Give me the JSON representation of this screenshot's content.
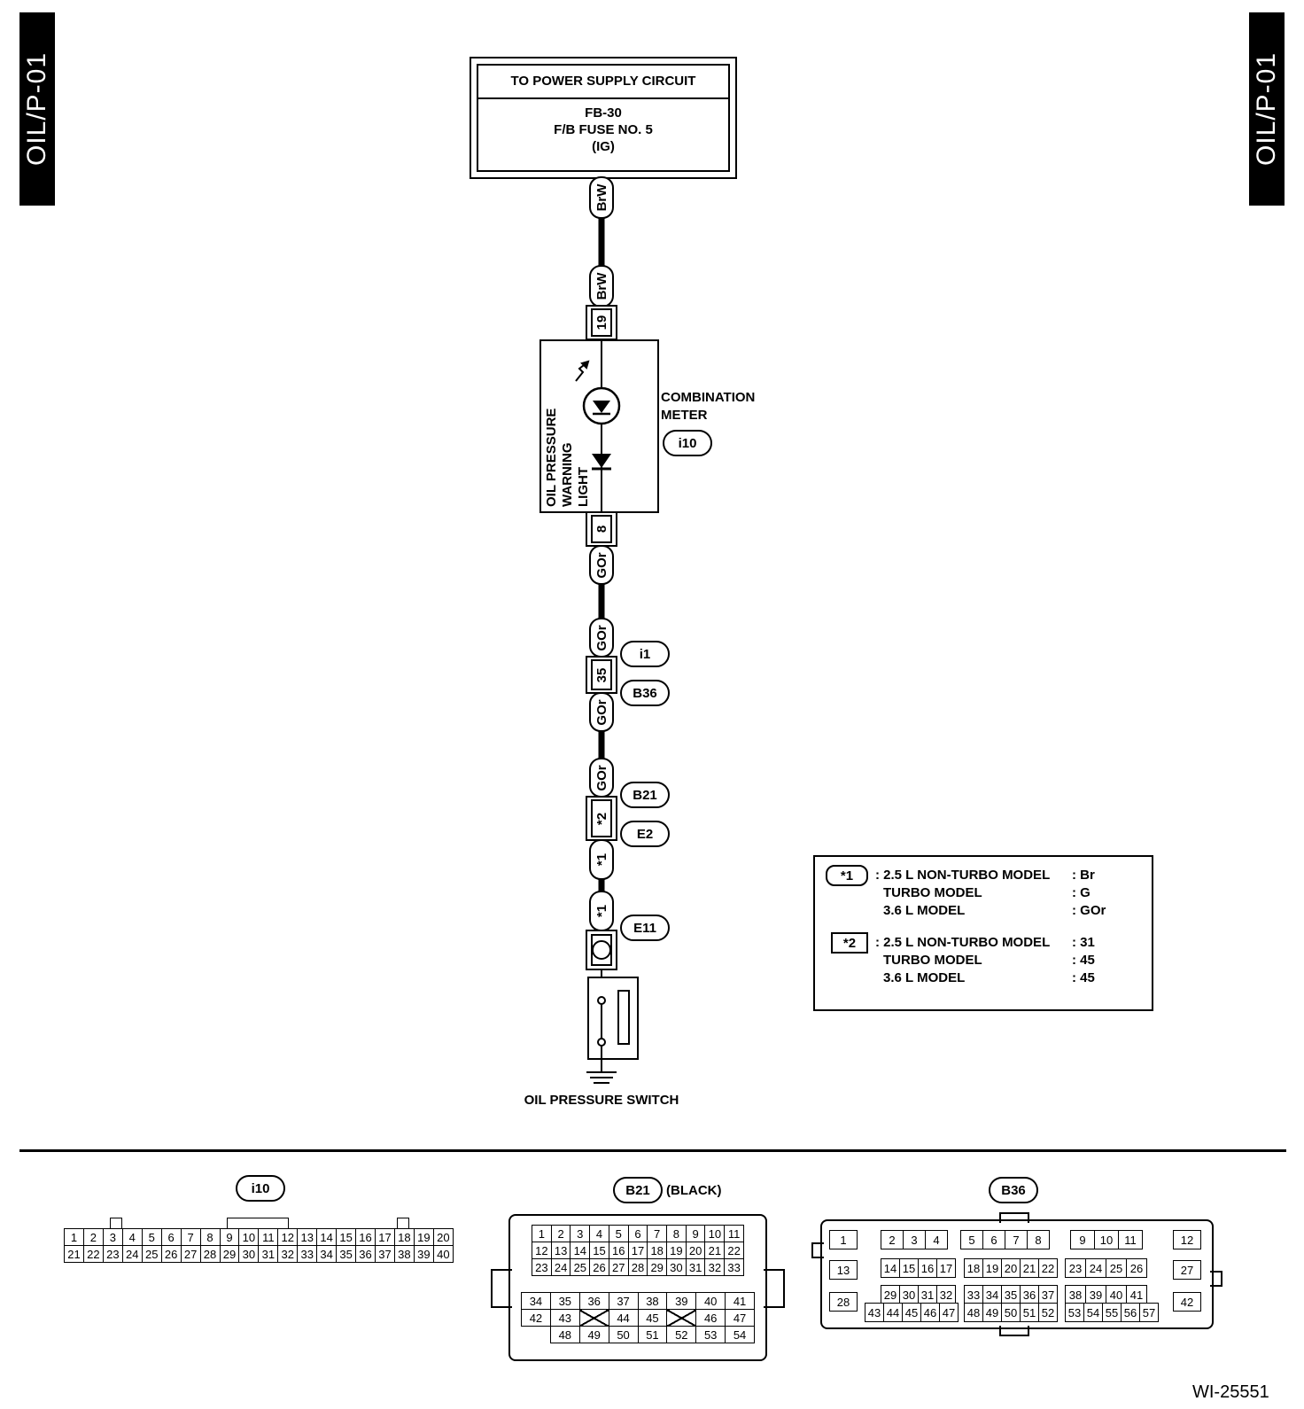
{
  "page_tabs": {
    "left": "OIL/P-01",
    "right": "OIL/P-01"
  },
  "power_supply": {
    "title": "TO POWER SUPPLY CIRCUIT",
    "line1": "FB-30",
    "line2": "F/B FUSE NO. 5",
    "line3": "(IG)"
  },
  "wires": {
    "top_upper": "BrW",
    "top_lower": "BrW",
    "mid_1": "GOr",
    "mid_2": "GOr",
    "mid_3": "GOr",
    "mid_4": "GOr",
    "low_1": "*1",
    "low_2": "*1"
  },
  "pins": {
    "meter_in": "19",
    "meter_out": "8",
    "b36_pin": "35",
    "b21_pin": "*2"
  },
  "meter": {
    "name_line1": "COMBINATION",
    "name_line2": "METER",
    "connector": "i10",
    "light_line1": "OIL PRESSURE",
    "light_line2": "WARNING",
    "light_line3": "LIGHT"
  },
  "connectors": {
    "i1": "i1",
    "b36": "B36",
    "b21": "B21",
    "e2": "E2",
    "e11": "E11"
  },
  "switch": {
    "label": "OIL PRESSURE SWITCH"
  },
  "notes": {
    "n1": {
      "tag": "*1",
      "rows": [
        {
          "label": ": 2.5 L NON-TURBO MODEL",
          "value": ": Br"
        },
        {
          "label": "TURBO MODEL",
          "value": ": G"
        },
        {
          "label": "3.6 L MODEL",
          "value": ": GOr"
        }
      ]
    },
    "n2": {
      "tag": "*2",
      "rows": [
        {
          "label": ": 2.5 L NON-TURBO MODEL",
          "value": ": 31"
        },
        {
          "label": "TURBO MODEL",
          "value": ": 45"
        },
        {
          "label": "3.6 L MODEL",
          "value": ": 45"
        }
      ]
    }
  },
  "connector_views": {
    "i10": {
      "name": "i10"
    },
    "b21": {
      "name": "B21",
      "color": "(BLACK)"
    },
    "b36": {
      "name": "B36"
    }
  },
  "figure_id": "WI-25551"
}
